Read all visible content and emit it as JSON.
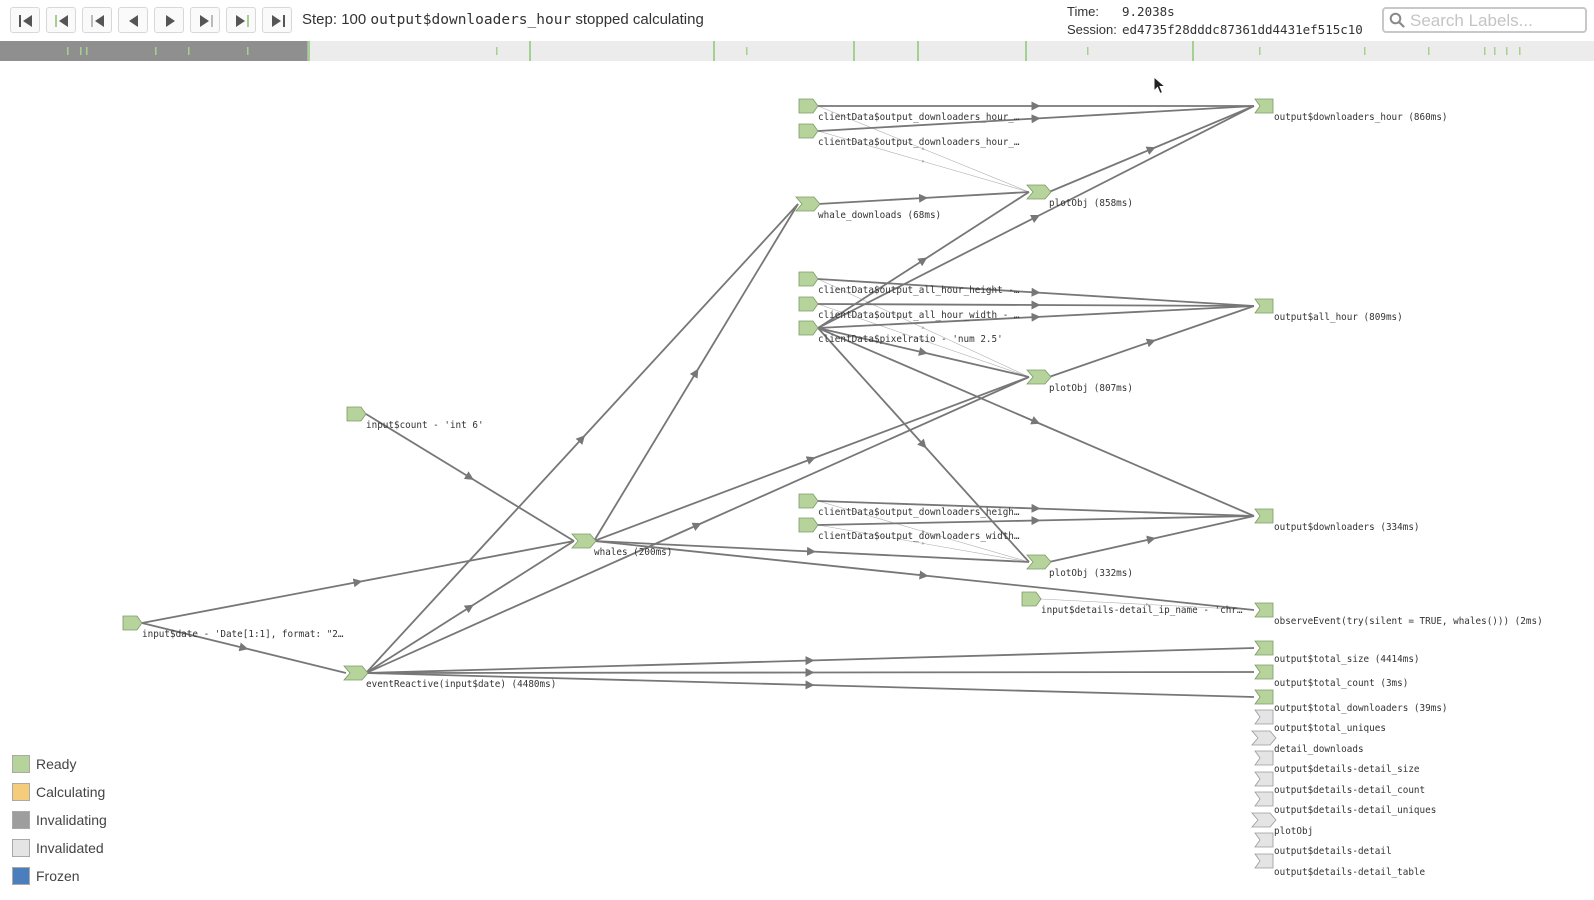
{
  "toolbar": {
    "buttons": [
      {
        "name": "first-step-button",
        "icon": "skip-to-start-icon"
      },
      {
        "name": "prev-idle-button",
        "icon": "prev-idle-icon"
      },
      {
        "name": "prev-output-button",
        "icon": "prev-output-icon"
      },
      {
        "name": "prev-step-button",
        "icon": "step-back-icon"
      },
      {
        "name": "next-step-button",
        "icon": "step-forward-icon"
      },
      {
        "name": "next-output-button",
        "icon": "next-output-icon"
      },
      {
        "name": "next-idle-button",
        "icon": "next-idle-icon"
      },
      {
        "name": "last-step-button",
        "icon": "skip-to-end-icon"
      }
    ],
    "step_prefix": "Step: 100",
    "step_target": "output$downloaders_hour",
    "step_status": "stopped calculating",
    "time_label": "Time:",
    "time_value": "9.2038s",
    "session_label": "Session:",
    "session_value": "ed4735f28dddc87361dd4431ef515c10",
    "search_placeholder": "Search Labels..."
  },
  "timeline": {
    "progress_fraction": 0.193,
    "colors": {
      "filled": "#8f8f8f",
      "track": "#ececec",
      "tick": "#a4d190"
    },
    "tick_fractions": [
      0.042,
      0.05,
      0.054,
      0.097,
      0.118,
      0.155,
      0.193,
      0.311,
      0.332,
      0.447,
      0.468,
      0.535,
      0.575,
      0.643,
      0.682,
      0.748,
      0.79,
      0.856,
      0.896,
      0.931,
      0.937,
      0.945,
      0.953
    ]
  },
  "status_colors": {
    "ready": "#b5d39b",
    "calculating": "#f5cd7a",
    "invalidating": "#9e9e9e",
    "invalidated": "#e4e4e4",
    "frozen": "#4a7ebd",
    "edge": "#777777"
  },
  "graph": {
    "nodes": [
      {
        "id": "n0",
        "label": "clientData$output_downloaders_hour_…",
        "shape": "value",
        "status": "ready"
      },
      {
        "id": "n1",
        "label": "clientData$output_downloaders_hour_…",
        "shape": "value",
        "status": "ready"
      },
      {
        "id": "n2",
        "label": "whale_downloads (68ms)",
        "shape": "reactive",
        "status": "ready"
      },
      {
        "id": "n3",
        "label": "clientData$output_all_hour_height -…",
        "shape": "value",
        "status": "ready"
      },
      {
        "id": "n4",
        "label": "clientData$output_all_hour_width - …",
        "shape": "value",
        "status": "ready"
      },
      {
        "id": "n5",
        "label": "clientData$pixelratio - 'num 2.5'",
        "shape": "value",
        "status": "ready"
      },
      {
        "id": "n6",
        "label": "input$count - 'int 6'",
        "shape": "value",
        "status": "ready"
      },
      {
        "id": "n7",
        "label": "clientData$output_downloaders_heigh…",
        "shape": "value",
        "status": "ready"
      },
      {
        "id": "n8",
        "label": "clientData$output_downloaders_width…",
        "shape": "value",
        "status": "ready"
      },
      {
        "id": "n9",
        "label": "whales (200ms)",
        "shape": "reactive",
        "status": "ready"
      },
      {
        "id": "n10",
        "label": "input$details-detail_ip_name - 'chr…",
        "shape": "value",
        "status": "ready"
      },
      {
        "id": "n11",
        "label": "input$date - 'Date[1:1], format: \"2…",
        "shape": "value",
        "status": "ready"
      },
      {
        "id": "n12",
        "label": "eventReactive(input$date) (4480ms)",
        "shape": "reactive",
        "status": "ready"
      },
      {
        "id": "n13",
        "label": "plotObj (858ms)",
        "shape": "reactive",
        "status": "ready"
      },
      {
        "id": "n14",
        "label": "plotObj (807ms)",
        "shape": "reactive",
        "status": "ready"
      },
      {
        "id": "n15",
        "label": "plotObj (332ms)",
        "shape": "reactive",
        "status": "ready"
      },
      {
        "id": "n16",
        "label": "output$downloaders_hour (860ms)",
        "shape": "observer",
        "status": "ready"
      },
      {
        "id": "n17",
        "label": "output$all_hour (809ms)",
        "shape": "observer",
        "status": "ready"
      },
      {
        "id": "n18",
        "label": "output$downloaders (334ms)",
        "shape": "observer",
        "status": "ready"
      },
      {
        "id": "n19",
        "label": "observeEvent(try(silent = TRUE, whales())) (2ms)",
        "shape": "observer",
        "status": "ready"
      },
      {
        "id": "n20",
        "label": "output$total_size (4414ms)",
        "shape": "observer",
        "status": "ready"
      },
      {
        "id": "n21",
        "label": "output$total_count (3ms)",
        "shape": "observer",
        "status": "ready"
      },
      {
        "id": "n22",
        "label": "output$total_downloaders (39ms)",
        "shape": "observer",
        "status": "ready"
      },
      {
        "id": "n23",
        "label": "output$total_uniques",
        "shape": "observer",
        "status": "invalidated"
      },
      {
        "id": "n24",
        "label": "detail_downloads",
        "shape": "reactive",
        "status": "invalidated"
      },
      {
        "id": "n25",
        "label": "output$details-detail_size",
        "shape": "observer",
        "status": "invalidated"
      },
      {
        "id": "n26",
        "label": "output$details-detail_count",
        "shape": "observer",
        "status": "invalidated"
      },
      {
        "id": "n27",
        "label": "output$details-detail_uniques",
        "shape": "observer",
        "status": "invalidated"
      },
      {
        "id": "n28",
        "label": "plotObj",
        "shape": "reactive",
        "status": "invalidated"
      },
      {
        "id": "n29",
        "label": "output$details-detail",
        "shape": "observer",
        "status": "invalidated"
      },
      {
        "id": "n30",
        "label": "output$details-detail_table",
        "shape": "observer",
        "status": "invalidated"
      }
    ],
    "edges": [
      {
        "from": "n0",
        "to": "n16",
        "weight": "thick"
      },
      {
        "from": "n1",
        "to": "n16",
        "weight": "thick"
      },
      {
        "from": "n0",
        "to": "n13",
        "weight": "thin"
      },
      {
        "from": "n1",
        "to": "n13",
        "weight": "thin"
      },
      {
        "from": "n2",
        "to": "n13",
        "weight": "thick"
      },
      {
        "from": "n13",
        "to": "n16",
        "weight": "thick"
      },
      {
        "from": "n5",
        "to": "n13",
        "weight": "thick"
      },
      {
        "from": "n5",
        "to": "n16",
        "weight": "thick"
      },
      {
        "from": "n3",
        "to": "n17",
        "weight": "thick"
      },
      {
        "from": "n4",
        "to": "n17",
        "weight": "thick"
      },
      {
        "from": "n5",
        "to": "n17",
        "weight": "thick"
      },
      {
        "from": "n3",
        "to": "n14",
        "weight": "thin"
      },
      {
        "from": "n4",
        "to": "n14",
        "weight": "thin"
      },
      {
        "from": "n5",
        "to": "n14",
        "weight": "thick"
      },
      {
        "from": "n14",
        "to": "n17",
        "weight": "thick"
      },
      {
        "from": "n5",
        "to": "n15",
        "weight": "thick"
      },
      {
        "from": "n5",
        "to": "n18",
        "weight": "thick"
      },
      {
        "from": "n7",
        "to": "n18",
        "weight": "thick"
      },
      {
        "from": "n8",
        "to": "n18",
        "weight": "thick"
      },
      {
        "from": "n7",
        "to": "n15",
        "weight": "thin"
      },
      {
        "from": "n8",
        "to": "n15",
        "weight": "thin"
      },
      {
        "from": "n15",
        "to": "n18",
        "weight": "thick"
      },
      {
        "from": "n6",
        "to": "n9",
        "weight": "thick"
      },
      {
        "from": "n11",
        "to": "n9",
        "weight": "thick"
      },
      {
        "from": "n11",
        "to": "n12",
        "weight": "thick"
      },
      {
        "from": "n12",
        "to": "n9",
        "weight": "thick"
      },
      {
        "from": "n12",
        "to": "n2",
        "weight": "thick"
      },
      {
        "from": "n9",
        "to": "n2",
        "weight": "thick"
      },
      {
        "from": "n9",
        "to": "n14",
        "weight": "thick"
      },
      {
        "from": "n12",
        "to": "n14",
        "weight": "thick"
      },
      {
        "from": "n9",
        "to": "n15",
        "weight": "thick"
      },
      {
        "from": "n9",
        "to": "n19",
        "weight": "thick"
      },
      {
        "from": "n10",
        "to": "n19",
        "weight": "thin"
      },
      {
        "from": "n12",
        "to": "n20",
        "weight": "thick"
      },
      {
        "from": "n12",
        "to": "n21",
        "weight": "thick"
      },
      {
        "from": "n12",
        "to": "n22",
        "weight": "thick"
      }
    ]
  },
  "legend": [
    {
      "label": "Ready",
      "color": "#b5d39b"
    },
    {
      "label": "Calculating",
      "color": "#f5cd7a"
    },
    {
      "label": "Invalidating",
      "color": "#9e9e9e"
    },
    {
      "label": "Invalidated",
      "color": "#e4e4e4"
    },
    {
      "label": "Frozen",
      "color": "#4a7ebd"
    }
  ]
}
